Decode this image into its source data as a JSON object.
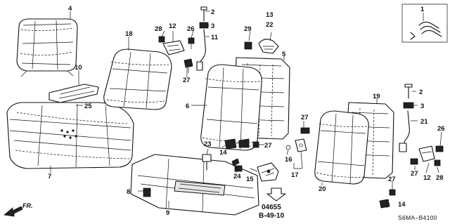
{
  "callouts": {
    "c1": "1",
    "c2a": "2",
    "c2b": "2",
    "c3a": "3",
    "c3b": "3",
    "c4": "4",
    "c5": "5",
    "c6": "6",
    "c7": "7",
    "c8": "8",
    "c9": "9",
    "c10": "10",
    "c11": "11",
    "c12a": "12",
    "c12b": "12",
    "c13": "13",
    "c22": "22",
    "c14a": "14",
    "c14b": "14",
    "c15": "15",
    "c16": "16",
    "c17": "17",
    "c18": "18",
    "c19": "19",
    "c20": "20",
    "c21": "21",
    "c23": "23",
    "c24": "24",
    "c25": "25",
    "c26a": "26",
    "c26b": "26",
    "c27a": "27",
    "c27b": "27",
    "c27c": "27",
    "c27d": "27",
    "c27e": "27",
    "c28a": "28",
    "c28b": "28",
    "c29": "29"
  },
  "reference": {
    "line1": "04655",
    "line2": "B-49-10"
  },
  "front_marker": "FR.",
  "diagram_code": "S6MA−B4100"
}
